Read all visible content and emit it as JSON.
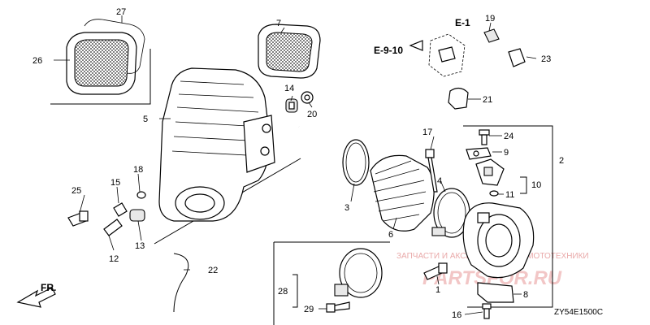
{
  "callouts": [
    "1",
    "2",
    "3",
    "4",
    "5",
    "6",
    "7",
    "8",
    "9",
    "10",
    "11",
    "12",
    "13",
    "14",
    "15",
    "16",
    "17",
    "18",
    "19",
    "20",
    "21",
    "22",
    "23",
    "24",
    "25",
    "26",
    "27",
    "28",
    "29"
  ],
  "refs": {
    "e1": "E-1",
    "e910": "E-9-10"
  },
  "direction_label": "FR.",
  "diagram_code": "ZY54E1500C",
  "watermark": {
    "caption": "ЗАПЧАСТИ И АКСЕССУАРЫ ДЛЯ МОТОТЕХНИКИ",
    "brand": "PARTSFOR.RU"
  },
  "colors": {
    "ink": "#000000",
    "watermark": "#e9a9a9"
  }
}
